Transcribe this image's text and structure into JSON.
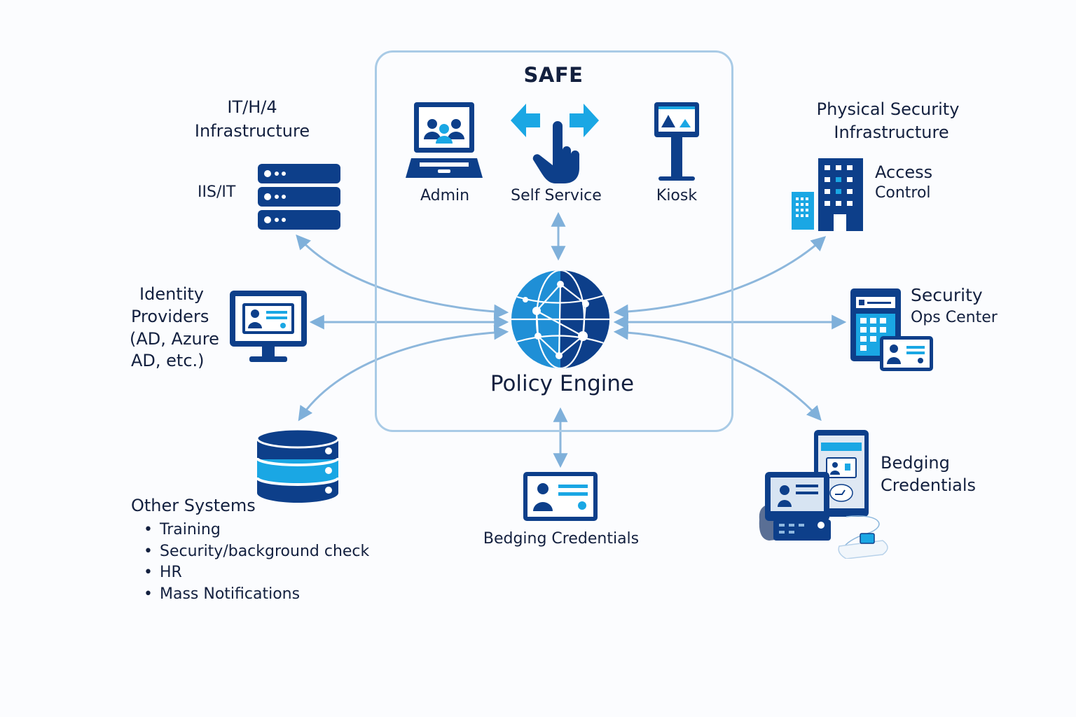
{
  "diagram": {
    "colors": {
      "navy": "#0d3f8a",
      "sky": "#1aa7e4",
      "connector": "#8db7dc",
      "container_border": "#a9cbe6",
      "text": "#13203f"
    },
    "safe": {
      "title": "SAFE",
      "items": [
        {
          "label": "Admin",
          "icon": "laptop-users-icon"
        },
        {
          "label": "Self Service",
          "icon": "hand-pointer-arrows-icon"
        },
        {
          "label": "Kiosk",
          "icon": "kiosk-icon"
        }
      ]
    },
    "policy_engine": {
      "title": "Policy Engine",
      "icon": "network-globe-icon"
    },
    "it_infra": {
      "title_line1": "IT/H/4",
      "title_line2": "Infrastructure",
      "item_label": "IIS/IT",
      "icon": "server-rack-icon"
    },
    "identity_providers": {
      "line1": "Identity",
      "line2": "Providers",
      "line3": "(AD, Azure",
      "line4": "AD, etc.)",
      "icon": "monitor-id-card-icon"
    },
    "other_systems": {
      "title": "Other Systems",
      "items": [
        "Training",
        "Security/background check",
        "HR",
        "Mass Notifications"
      ],
      "icon": "database-icon"
    },
    "bottom_credentials": {
      "label": "Bedging Credentials",
      "icon": "id-badge-icon"
    },
    "physical_security": {
      "title_line1": "Physical Security",
      "title_line2": "Infrastructure",
      "access_line1": "Access",
      "access_line2": "Control",
      "icon": "building-icon"
    },
    "security_ops": {
      "line1": "Security",
      "line2": "Ops Center",
      "icon": "keypad-id-card-icon"
    },
    "right_credentials": {
      "line1": "Bedging",
      "line2": "Credentials",
      "icon": "badge-printer-tablet-icon"
    },
    "connections": [
      {
        "from": "Policy Engine",
        "to": "IT/H/4 Infrastructure",
        "direction": "bidirectional"
      },
      {
        "from": "Policy Engine",
        "to": "Identity Providers",
        "direction": "bidirectional"
      },
      {
        "from": "Policy Engine",
        "to": "Other Systems",
        "direction": "bidirectional"
      },
      {
        "from": "Policy Engine",
        "to": "Physical Security Infrastructure",
        "direction": "bidirectional"
      },
      {
        "from": "Policy Engine",
        "to": "Security Ops Center",
        "direction": "bidirectional"
      },
      {
        "from": "Policy Engine",
        "to": "Bedging Credentials (right)",
        "direction": "bidirectional"
      },
      {
        "from": "Policy Engine",
        "to": "SAFE Self Service",
        "direction": "bidirectional"
      },
      {
        "from": "Policy Engine",
        "to": "Bedging Credentials (bottom)",
        "direction": "bidirectional"
      }
    ]
  }
}
